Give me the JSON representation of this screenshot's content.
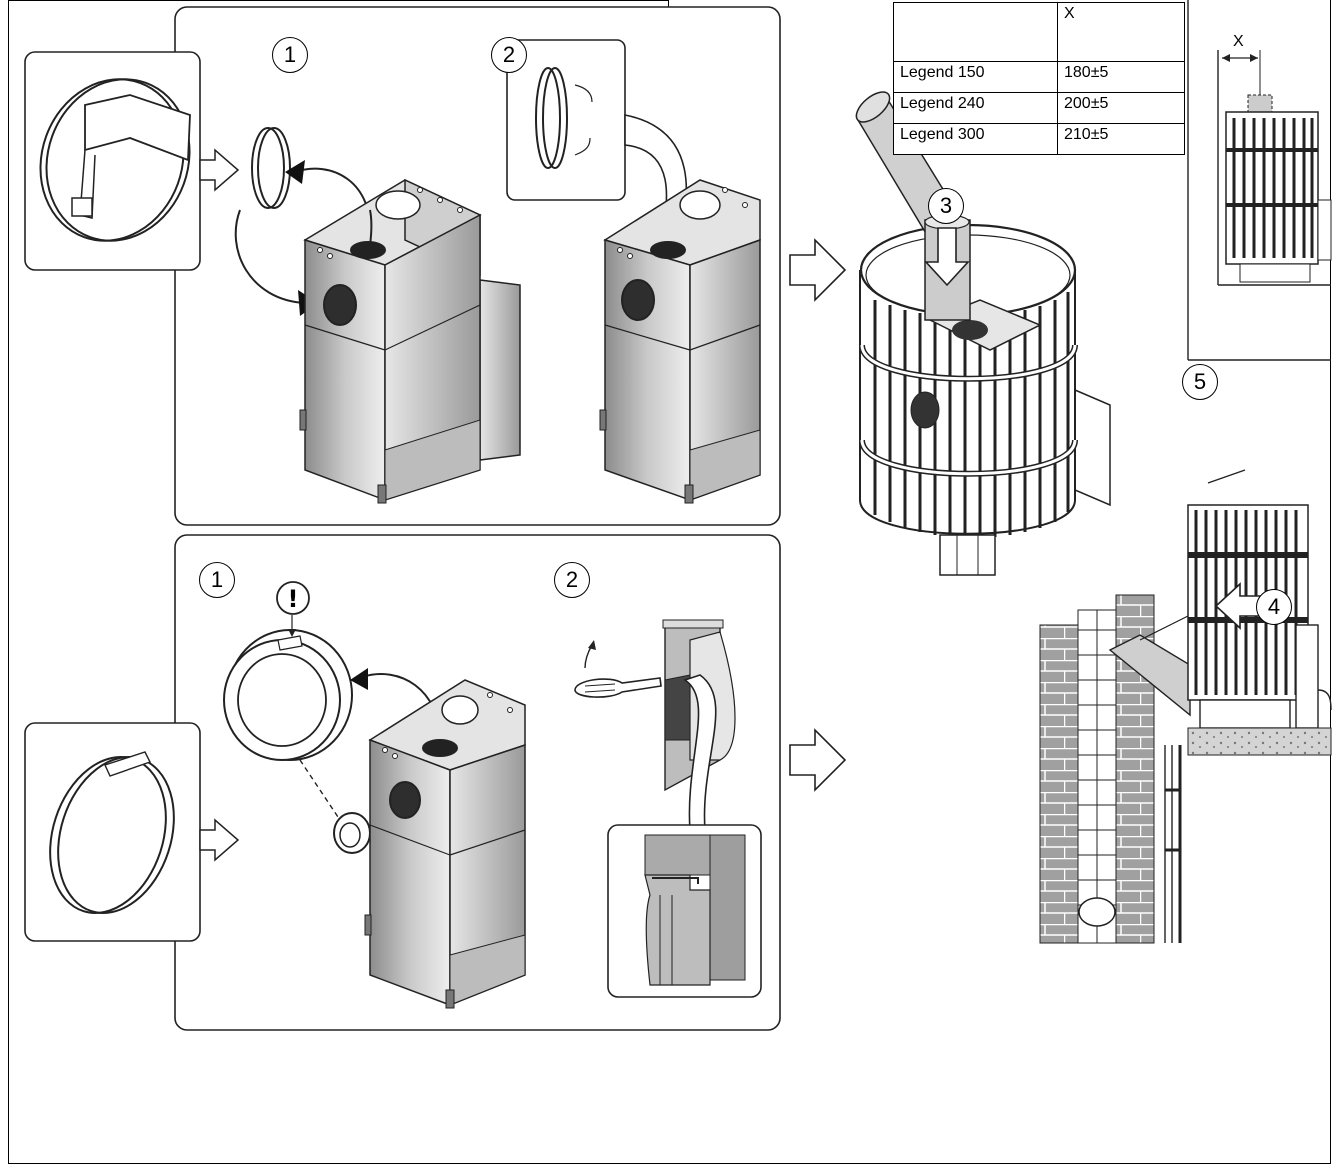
{
  "steps": {
    "top_1": "1",
    "top_2": "2",
    "pipe_3": "3",
    "wall_4": "4",
    "detail_5": "5",
    "bottom_1": "1",
    "bottom_2": "2"
  },
  "warning_mark": "!",
  "dimension_label": "X",
  "table": {
    "header": [
      "",
      "X"
    ],
    "rows": [
      [
        "Legend 150",
        "180±5"
      ],
      [
        "Legend 240",
        "200±5"
      ],
      [
        "Legend 300",
        "210±5"
      ]
    ]
  },
  "colors": {
    "steel_gray": "#b8b8b8",
    "dark_gray": "#3a3a3a",
    "brick_gray": "#9a9a9a",
    "line": "#000000"
  }
}
